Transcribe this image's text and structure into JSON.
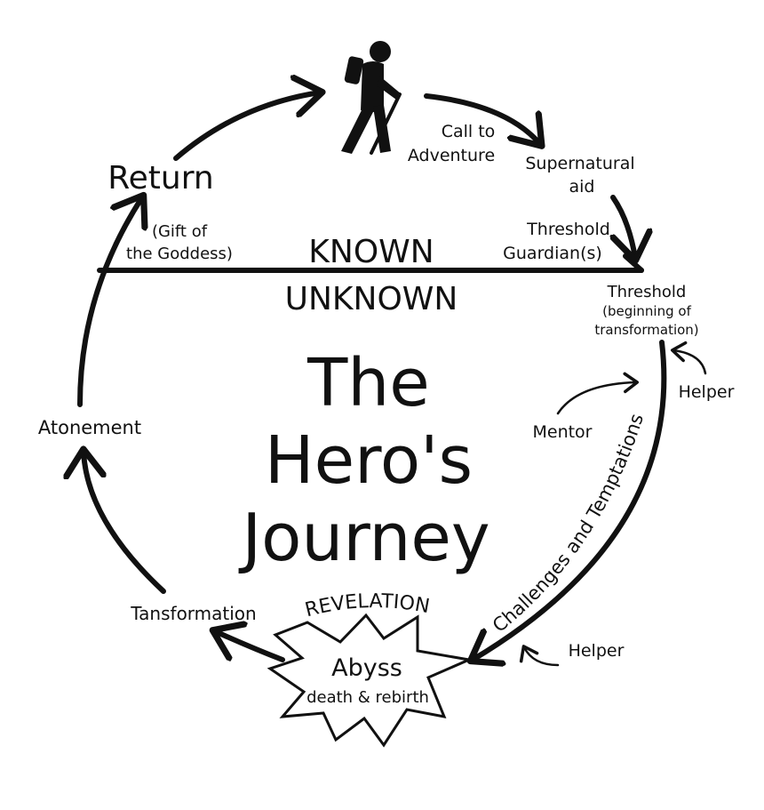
{
  "title": {
    "line1": "The",
    "line2": "Hero's",
    "line3": "Journey"
  },
  "divider": {
    "known": "KNOWN",
    "unknown": "UNKNOWN"
  },
  "stages": {
    "call_to_adventure_1": "Call to",
    "call_to_adventure_2": "Adventure",
    "supernatural_aid_1": "Supernatural",
    "supernatural_aid_2": "aid",
    "threshold_guardians_1": "Threshold",
    "threshold_guardians_2": "Guardian(s)",
    "threshold": "Threshold",
    "threshold_note_1": "(beginning of",
    "threshold_note_2": "transformation)",
    "helper_top": "Helper",
    "mentor": "Mentor",
    "challenges": "Challenges and Temptations",
    "helper_bottom": "Helper",
    "revelation": "REVELATION",
    "abyss": "Abyss",
    "abyss_note": "death & rebirth",
    "transformation": "Tansformation",
    "atonement": "Atonement",
    "return": "Return",
    "return_note_1": "(Gift of",
    "return_note_2": "the Goddess)"
  },
  "icons": {
    "hero": "hiker-icon"
  },
  "colors": {
    "ink": "#111111",
    "background": "#ffffff"
  }
}
